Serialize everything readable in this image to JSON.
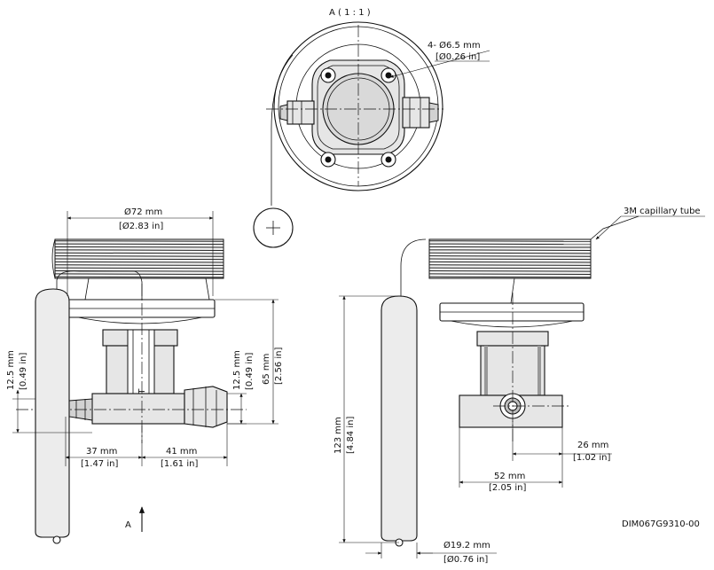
{
  "view_label": "A ( 1 : 1 )",
  "view_arrow_label": "A",
  "drawing_number": "DIM067G9310-00",
  "capillary_label": "3M capillary tube",
  "holes": {
    "line1": "4- Ø6.5 mm",
    "line2": "[Ø0.26 in]"
  },
  "diameter_top": {
    "line1": "Ø72 mm",
    "line2": "[Ø2.83 in]"
  },
  "dim_left_vertical": {
    "line1": "12.5 mm",
    "line2": "[0.49 in]"
  },
  "dim_right_vertical_a": {
    "line1": "12.5 mm",
    "line2": "[0.49 in]"
  },
  "dim_height_65": {
    "line1": "65 mm",
    "line2": "[2.56 in]"
  },
  "dim_37": {
    "line1": "37 mm",
    "line2": "[1.47 in]"
  },
  "dim_41": {
    "line1": "41 mm",
    "line2": "[1.61 in]"
  },
  "dim_123": {
    "line1": "123 mm",
    "line2": "[4.84 in]"
  },
  "dim_26": {
    "line1": "26 mm",
    "line2": "[1.02 in]"
  },
  "dim_52": {
    "line1": "52 mm",
    "line2": "[2.05 in]"
  },
  "dim_bulb": {
    "line1": "Ø19.2 mm",
    "line2": "[Ø0.76 in]"
  },
  "orifice_mark": "1T"
}
